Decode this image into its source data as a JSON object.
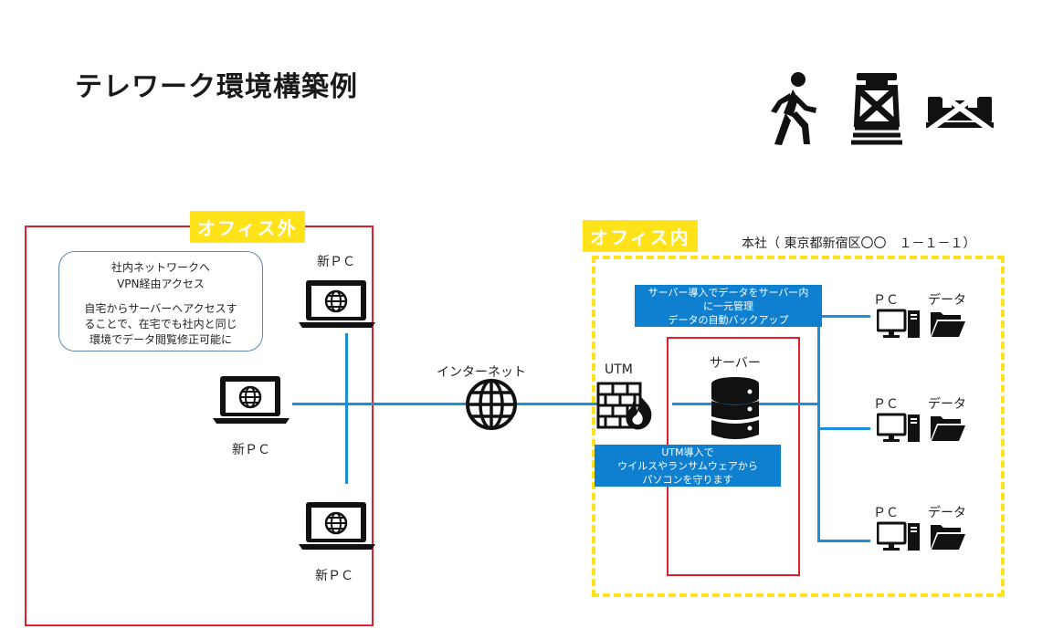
{
  "title": "テレワーク環境構築例",
  "outside": {
    "tag": "オフィス外"
  },
  "inside": {
    "tag": "オフィス内",
    "address": "本社（ 東京都新宿区〇〇　１－１－１）"
  },
  "note": {
    "line1": "社内ネットワークへ",
    "line2": "VPN経由アクセス",
    "line3": "自宅からサーバーへアクセスす",
    "line4": "ることで、在宅でも社内と同じ",
    "line5": "環境でデータ閲覧修正可能に"
  },
  "laptops": {
    "top": "新ＰＣ",
    "middle": "新ＰＣ",
    "bottom": "新ＰＣ"
  },
  "internet": "インターネット",
  "utm": "UTM",
  "server": "サーバー",
  "server_note": {
    "line1": "サーバー導入でデータをサーバー内",
    "line2": "に一元管理",
    "line3": "データの自動バックアップ"
  },
  "utm_note": {
    "line1": "UTM導入で",
    "line2": "ウイルスやランサムウェアから",
    "line3": "パソコンを守ります"
  },
  "clients": [
    {
      "pc": "ＰＣ",
      "data": "データ"
    },
    {
      "pc": "ＰＣ",
      "data": "データ"
    },
    {
      "pc": "ＰＣ",
      "data": "データ"
    }
  ],
  "icons": [
    "walking-person-icon",
    "commute-train-crossed-icon",
    "office-desk-crossed-icon",
    "laptop-globe-icon",
    "globe-icon",
    "firewall-icon",
    "server-icon",
    "desktop-pc-icon",
    "folder-icon"
  ],
  "colors": {
    "accent_blue": "#0f7fcf",
    "line_blue": "#1b8fd8",
    "red": "#e0202e",
    "yellow": "#ffe21a"
  }
}
